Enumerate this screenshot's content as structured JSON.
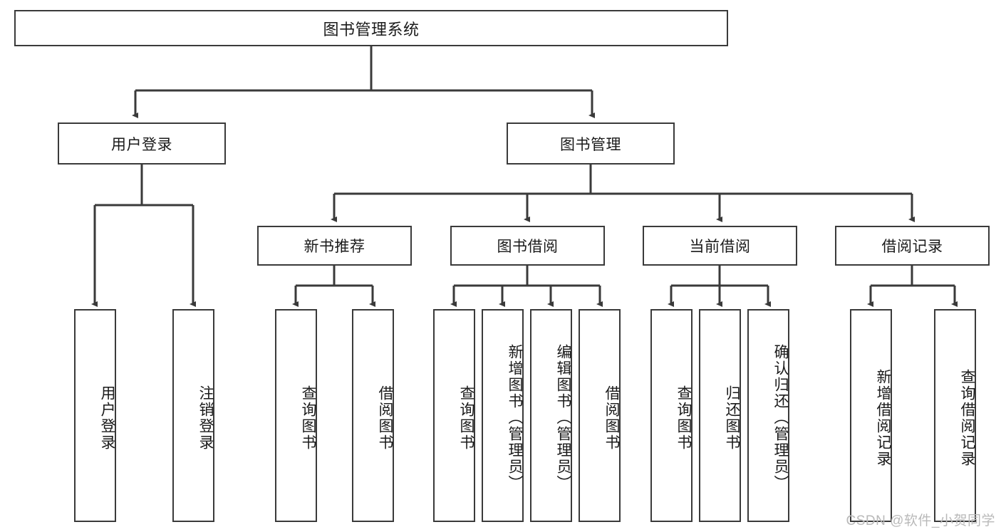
{
  "diagram": {
    "title": "图书管理系统",
    "style": {
      "stroke": "#3a3a3a",
      "fill": "#ffffff",
      "text": "#1a1a1a"
    },
    "root": {
      "label": "图书管理系统"
    },
    "level1": [
      {
        "label": "用户登录"
      },
      {
        "label": "图书管理"
      }
    ],
    "level2": [
      {
        "label": "新书推荐"
      },
      {
        "label": "图书借阅"
      },
      {
        "label": "当前借阅"
      },
      {
        "label": "借阅记录"
      }
    ],
    "leaves": {
      "user_login": [
        {
          "label": "用户登录"
        },
        {
          "label": "注销登录"
        }
      ],
      "new_book_recommend": [
        {
          "label": "查询图书"
        },
        {
          "label": "借阅图书"
        }
      ],
      "book_borrow": [
        {
          "label": "查询图书"
        },
        {
          "label": "新增图书（管理员）"
        },
        {
          "label": "编辑图书（管理员）"
        },
        {
          "label": "借阅图书"
        }
      ],
      "current_borrow": [
        {
          "label": "查询图书"
        },
        {
          "label": "归还图书"
        },
        {
          "label": "确认归还（管理员）"
        }
      ],
      "borrow_record": [
        {
          "label": "新增借阅记录"
        },
        {
          "label": "查询借阅记录"
        }
      ]
    }
  },
  "watermark": {
    "text": "CSDN @软件_小贺同学"
  }
}
